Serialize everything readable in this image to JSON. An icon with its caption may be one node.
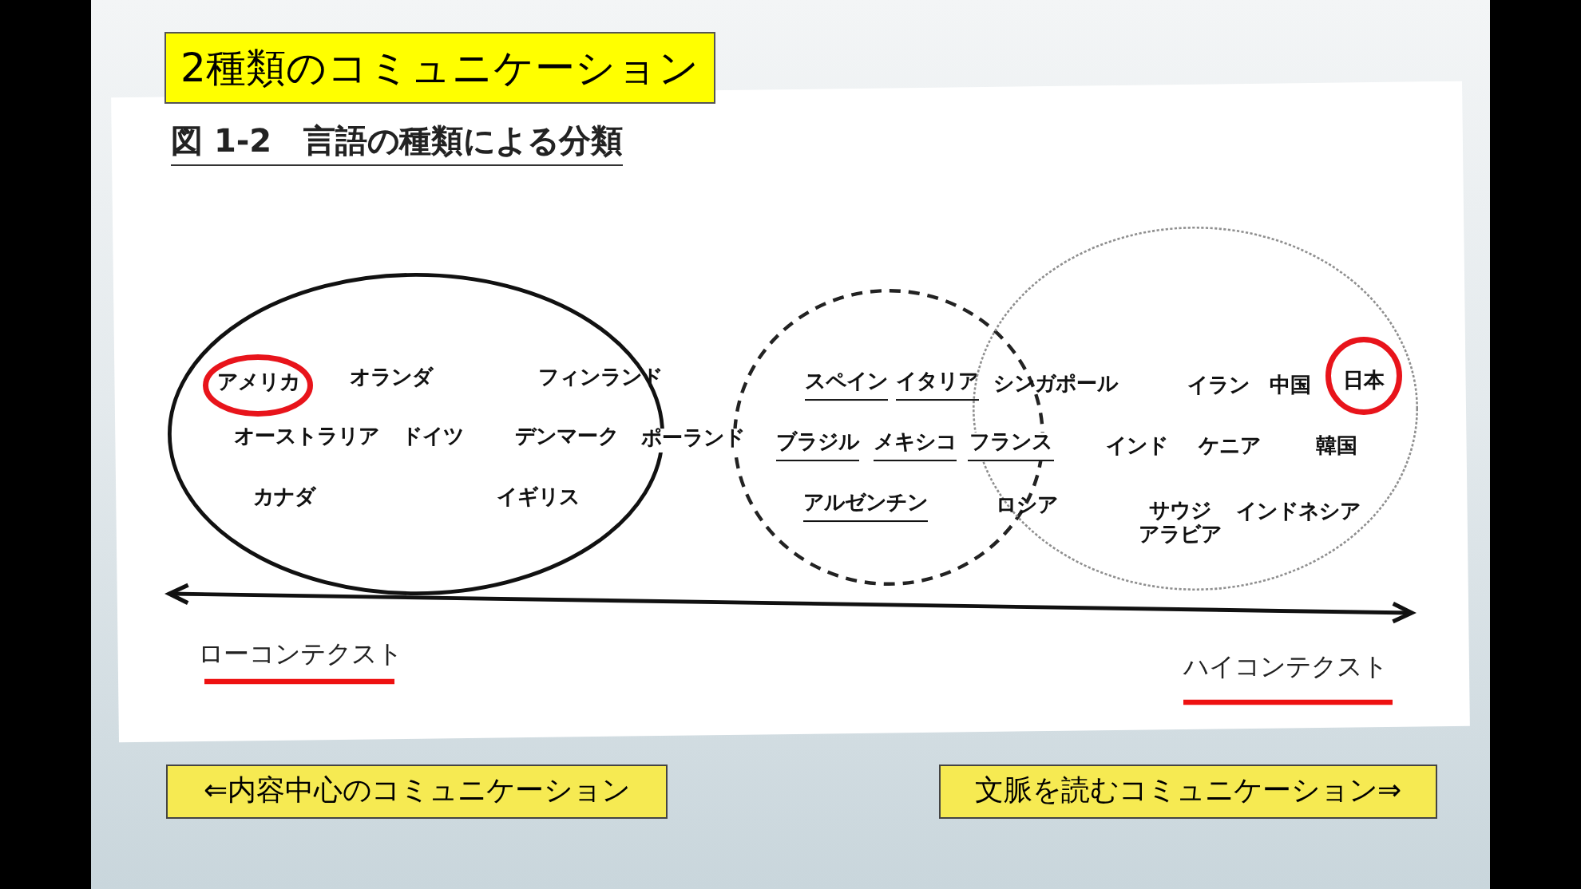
{
  "diagram": {
    "title": "2種類のコミュニケーション",
    "caption": "図 1-2　言語の種類による分類",
    "nodes": [
      {
        "text": [
          "オランダ",
          "フィンランド",
          "オーストラリア",
          "ドイツ",
          "デンマーク",
          "カナダ",
          "イギリス"
        ]
      },
      {
        "text": [
          "アメリカ"
        ],
        "in": 0
      },
      {
        "text": [
          "スペイン",
          "イタリア",
          "ブラジル",
          "メキシコ",
          "アルゼンチン"
        ]
      },
      {
        "text": [
          "イラン",
          "中国",
          "インド",
          "ケニア",
          "韓国",
          "サウジアラビア",
          "インドネシア"
        ]
      },
      {
        "text": [
          "日本"
        ],
        "in": 3
      },
      {
        "text": [
          "⇐内容中心のコミュニケーション"
        ]
      },
      {
        "text": [
          "文脈を読むコミュニケーション⇒"
        ]
      }
    ],
    "labels": [
      "シンガポール",
      "ポーランド",
      "フランス",
      "ロシア",
      "ローコンテクスト",
      "ハイコンテクスト"
    ]
  }
}
